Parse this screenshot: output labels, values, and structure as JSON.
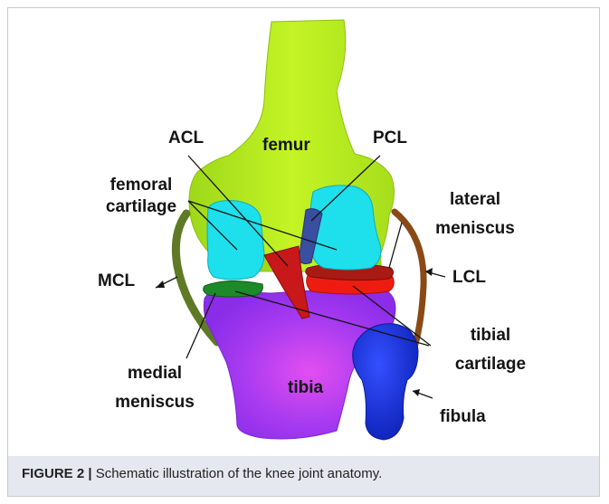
{
  "figure": {
    "caption_number": "FIGURE 2 |",
    "caption_text": " Schematic illustration of the knee joint anatomy."
  },
  "labels": {
    "acl": "ACL",
    "femur": "femur",
    "pcl": "PCL",
    "femoral_cartilage_line1": "femoral",
    "femoral_cartilage_line2": "cartilage",
    "lateral_meniscus_line1": "lateral",
    "lateral_meniscus_line2": "meniscus",
    "mcl": "MCL",
    "lcl": "LCL",
    "tibial_cartilage_line1": "tibial",
    "tibial_cartilage_line2": "cartilage",
    "medial_meniscus_line1": "medial",
    "medial_meniscus_line2": "meniscus",
    "tibia": "tibia",
    "fibula": "fibula"
  },
  "colors": {
    "femur": "#b6f01c",
    "femoral_cartilage": "#1de0ec",
    "tibia": "#8f2ef0",
    "fibula": "#1633e0",
    "acl": "#c8181a",
    "pcl": "#3a4fa0",
    "mcl": "#5f7a26",
    "lcl": "#8a4a16",
    "medial_meniscus": "#1d8a2a",
    "lateral_meniscus": "#a81a14",
    "tibial_cartilage": "#ee1c10"
  }
}
